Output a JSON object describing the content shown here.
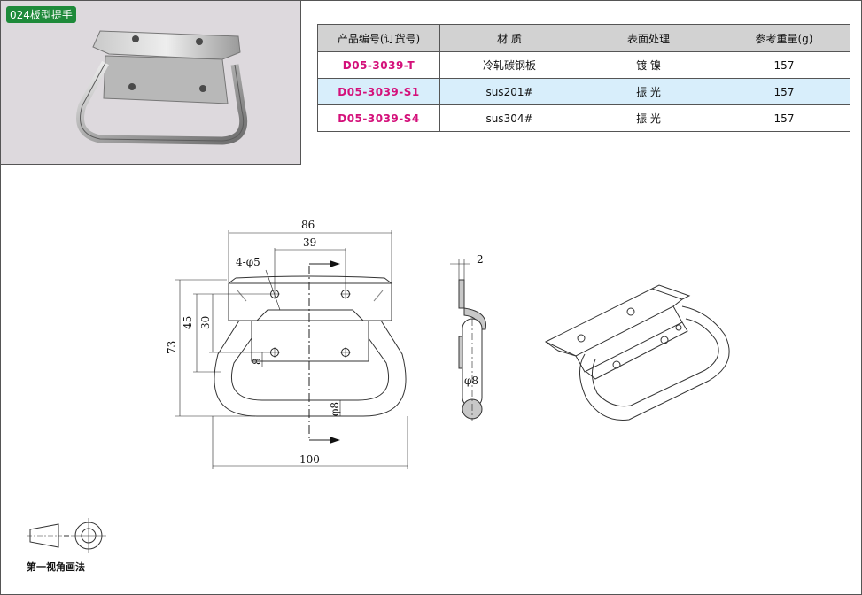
{
  "tag": "024板型提手",
  "table": {
    "headers": [
      "产品编号(订货号)",
      "材  质",
      "表面处理",
      "参考重量(g)"
    ],
    "rows": [
      {
        "code": "D05-3039-T",
        "material": "冷轧碳钢板",
        "finish": "镀 镍",
        "weight": "157"
      },
      {
        "code": "D05-3039-S1",
        "material": "sus201#",
        "finish": "振 光",
        "weight": "157"
      },
      {
        "code": "D05-3039-S4",
        "material": "sus304#",
        "finish": "振 光",
        "weight": "157"
      }
    ]
  },
  "dimensions": {
    "width_top": "86",
    "hole_spacing": "39",
    "holes": "4-φ5",
    "height_45": "45",
    "height_30": "30",
    "height_73": "73",
    "offset_8": "8",
    "rod_dia": "φ8",
    "width_bottom": "100",
    "thickness": "2",
    "side_rod_dia": "φ8"
  },
  "projection_label": "第一视角画法",
  "colors": {
    "header_bg": "#d2d2d2",
    "row_blue": "#d8eefb",
    "code_text": "#d4107a",
    "tag_bg": "#1e8a3a"
  }
}
